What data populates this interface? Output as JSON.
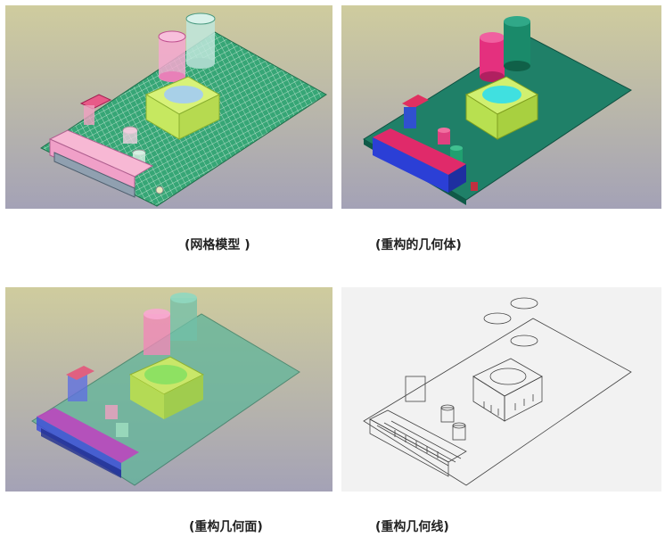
{
  "captions": {
    "mesh": "(网格模型 )",
    "reconstructed_solid": "(重构的几何体)",
    "reconstructed_surface": "(重构几何面)",
    "reconstructed_wire": "(重构几何线)"
  },
  "colors": {
    "bg_top": "#c9c7a0",
    "bg_bottom": "#a5a3b3",
    "board_mesh": "#39a978",
    "board_solid": "#1f7f68",
    "board_surface": "#5fb59a",
    "connector_blue": "#2b3fd6",
    "connector_pink": "#f0a0c8",
    "capacitor_pink": "#f070b0",
    "capacitor_teal": "#1f8a70",
    "transformer_lime": "#c8f060",
    "transformer_cyan": "#40e0e0",
    "header_magenta": "#e03060",
    "wire": "#444444"
  }
}
